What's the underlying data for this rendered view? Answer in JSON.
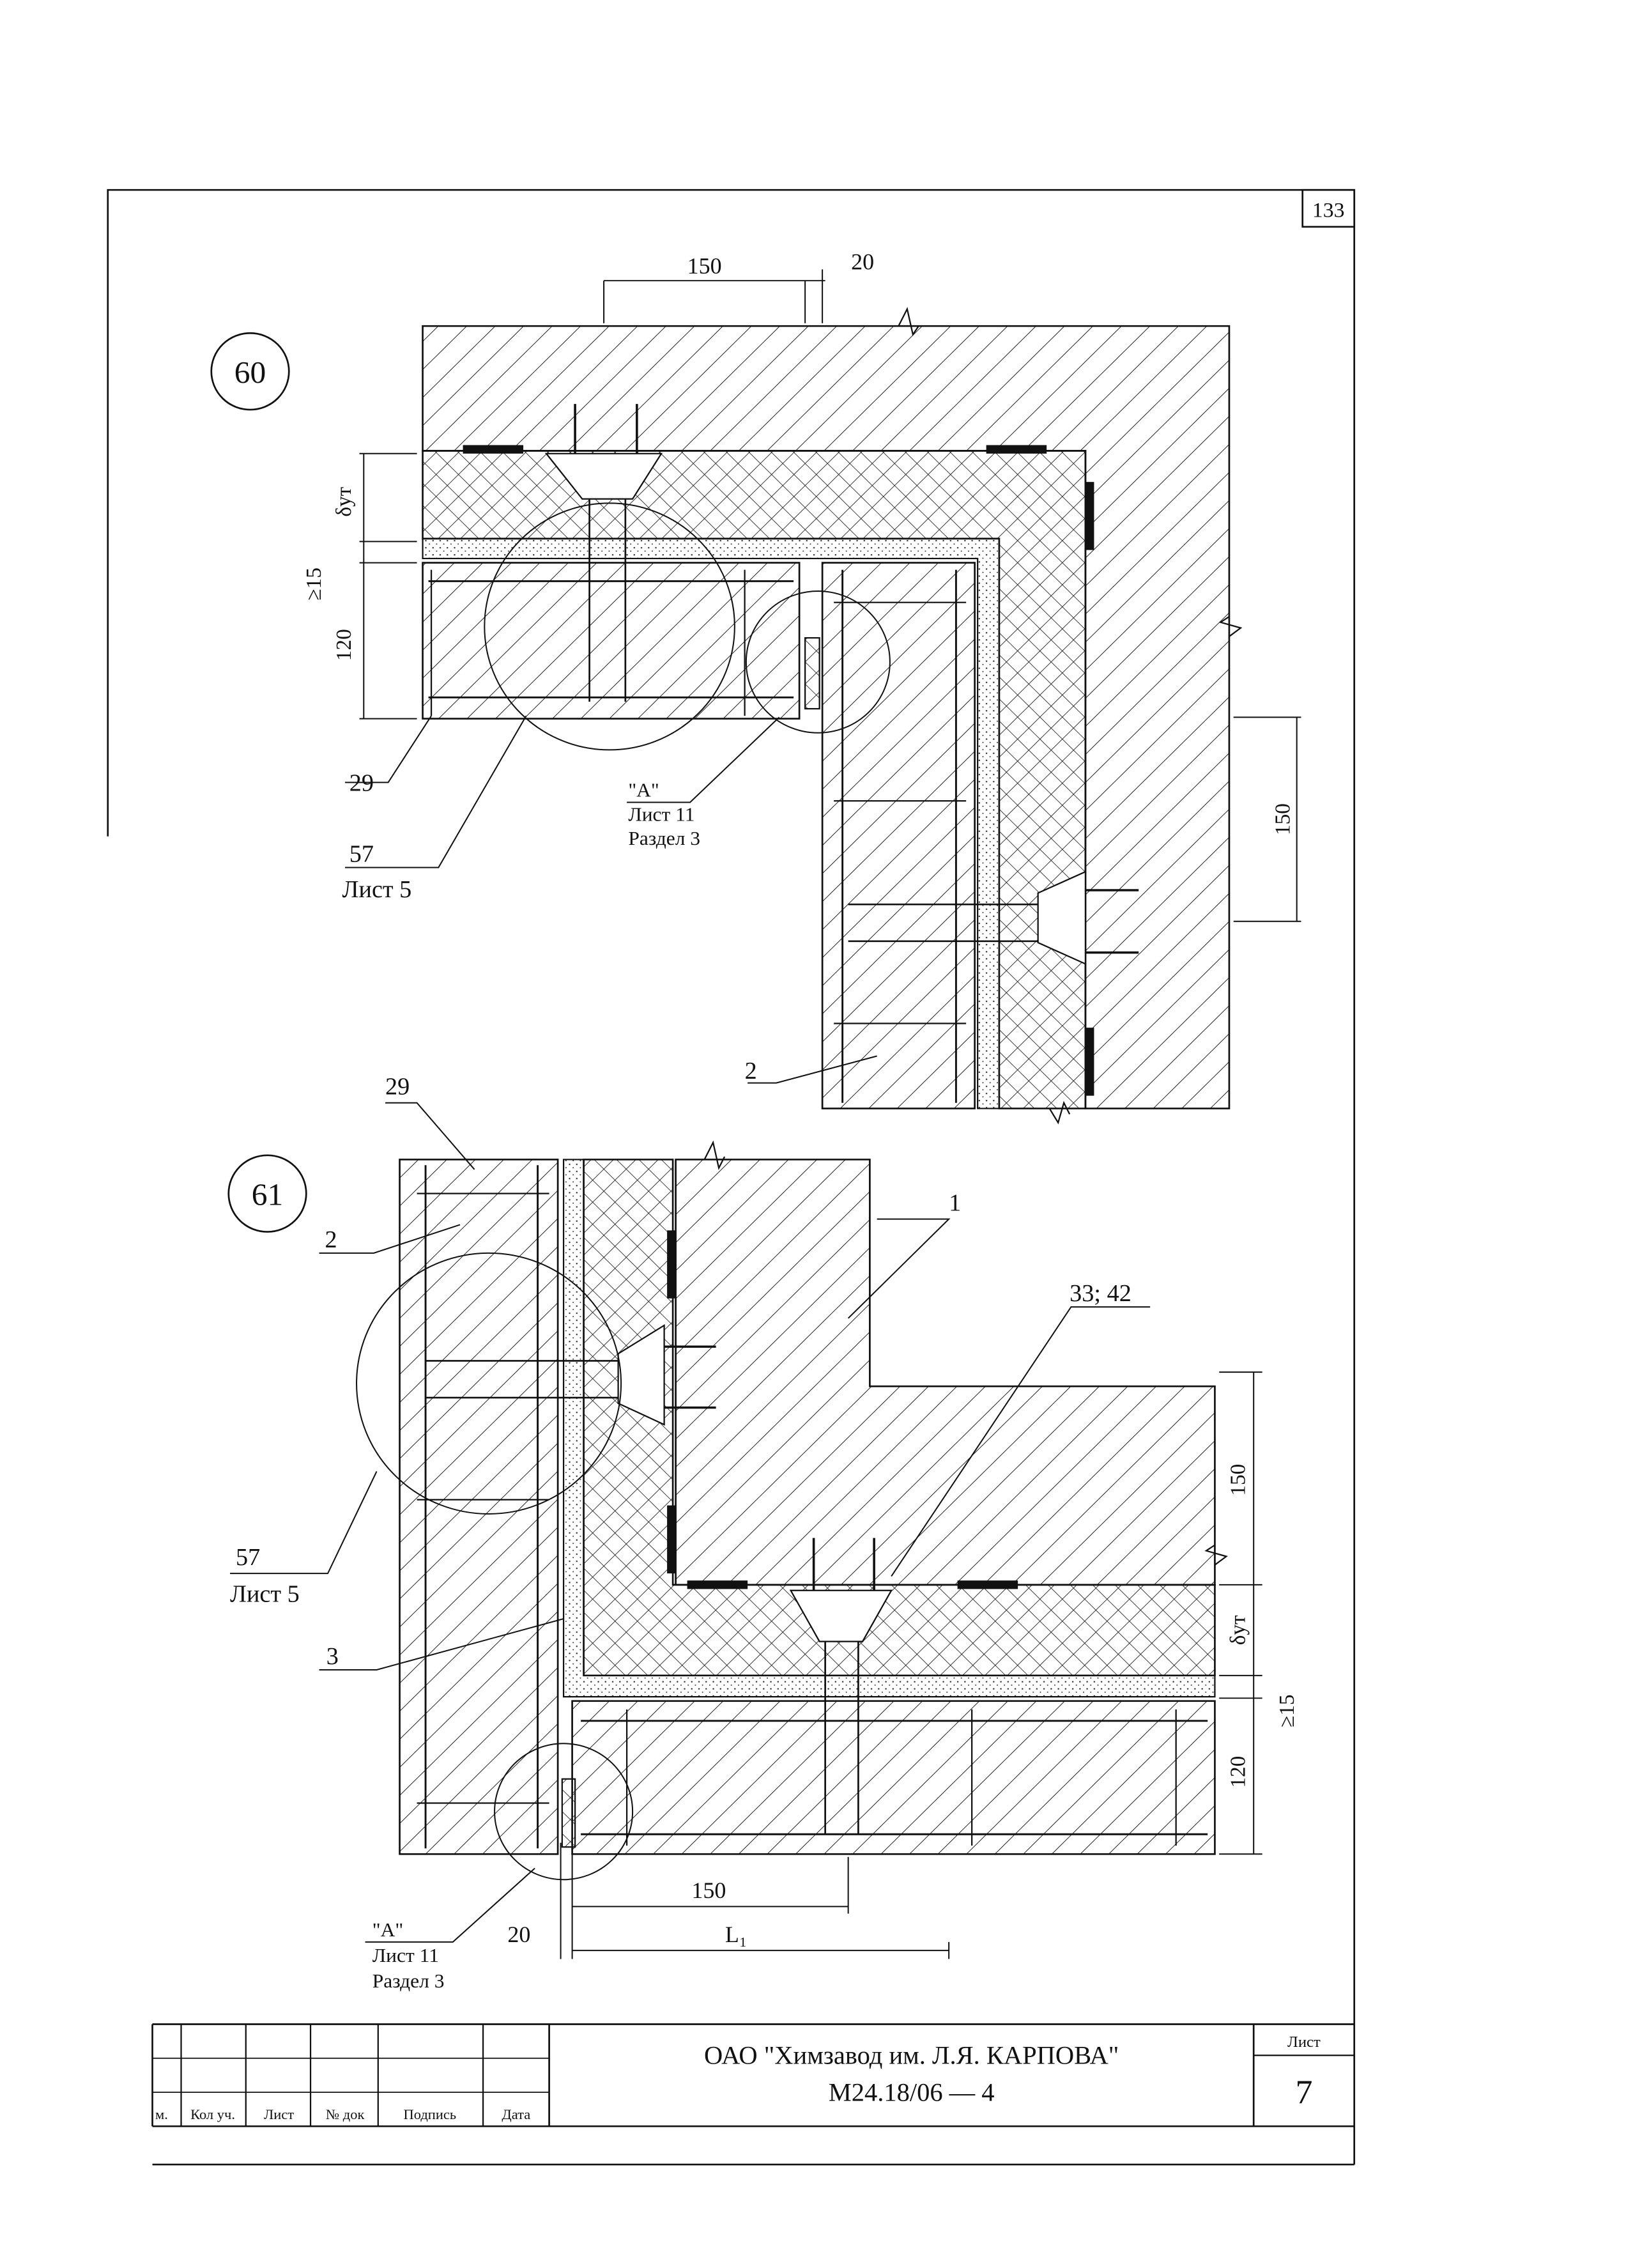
{
  "page_number": "133",
  "details": [
    {
      "marker": "60",
      "dims": {
        "top_150": "150",
        "top_20": "20",
        "delta": "δут",
        "min15": "≥15",
        "d120": "120",
        "right_150": "150"
      },
      "callouts": {
        "c29": "29",
        "c57": "57",
        "c57_ref": "Лист 5",
        "a_label": "\"А\"",
        "a_sheet": "Лист 11",
        "a_section": "Раздел 3",
        "c2": "2"
      }
    },
    {
      "marker": "61",
      "dims": {
        "right_150": "150",
        "delta": "δут",
        "min15": "≥15",
        "d120": "120",
        "bottom_150": "150",
        "bottom_20": "20",
        "l1": "L₁"
      },
      "callouts": {
        "c29": "29",
        "c2": "2",
        "c1": "1",
        "c33": "33; 42",
        "c57": "57",
        "c57_ref": "Лист 5",
        "c3": "3",
        "a_label": "\"А\"",
        "a_sheet": "Лист 11",
        "a_section": "Раздел 3"
      }
    }
  ],
  "title_block": {
    "columns": [
      "м.",
      "Кол уч.",
      "Лист",
      "№ док",
      "Подпись",
      "Дата"
    ],
    "org": "ОАО \"Химзавод им. Л.Я. КАРПОВА\"",
    "code": "М24.18/06 — 4",
    "sheet_label": "Лист",
    "sheet_number": "7"
  }
}
